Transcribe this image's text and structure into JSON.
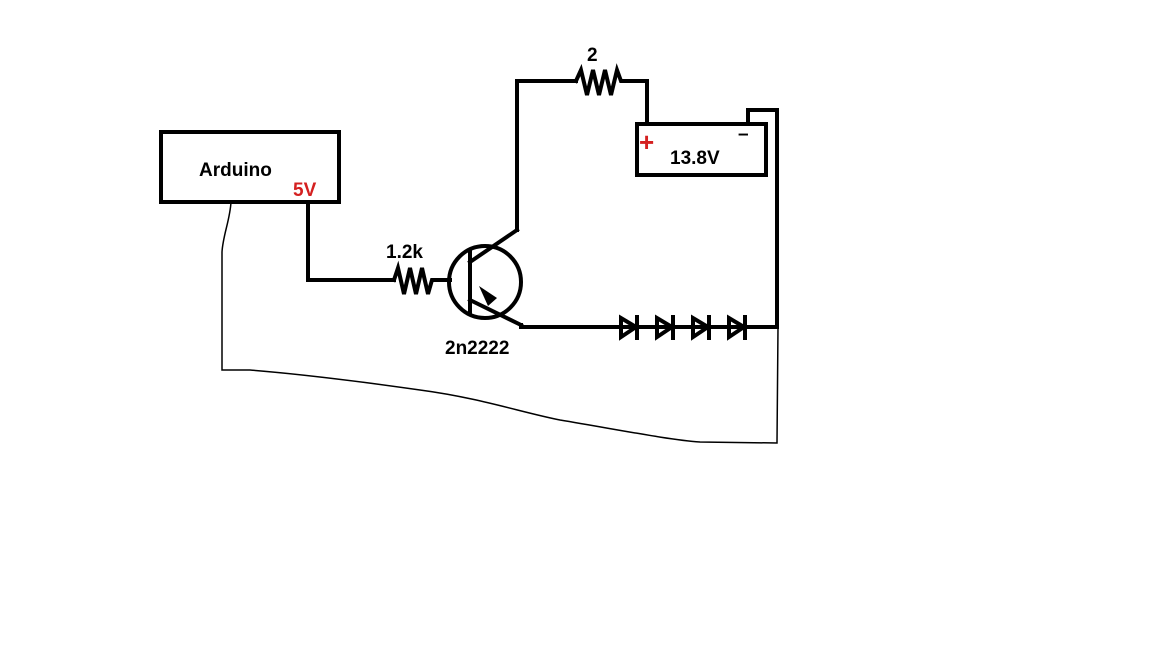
{
  "components": {
    "arduino": {
      "label": "Arduino",
      "pin_label": "5V"
    },
    "base_resistor": {
      "label": "1.2k"
    },
    "collector_resistor": {
      "label": "2"
    },
    "transistor": {
      "label": "2n2222"
    },
    "battery": {
      "label": "13.8V",
      "plus": "+",
      "minus": "–"
    }
  },
  "colors": {
    "wire": "#000000",
    "accent": "#d42020",
    "background": "#ffffff"
  }
}
